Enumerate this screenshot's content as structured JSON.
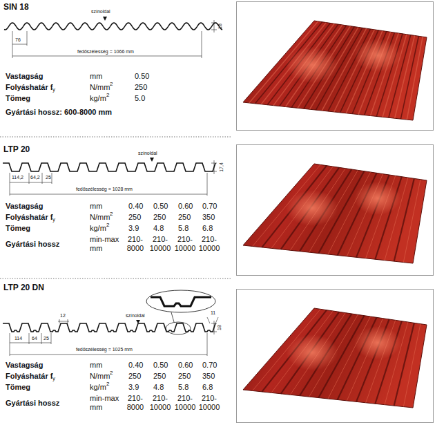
{
  "diagram": {
    "labels": [
      "SIN 18",
      "színoldal",
      "18",
      "76",
      "fedőszélesség = 1066 mm",
      "Vastagság",
      "mm",
      "0.50",
      "Folyáshatár f",
      "y",
      "N/mm",
      "2",
      "250",
      "Tömeg",
      "kg/m",
      "2",
      "5.0",
      "Gyártási hossz: 600-8000 mm",
      "LTP 20",
      "színoldal",
      "17,4",
      "114,2",
      "64,2",
      "25",
      "fedőszélesség = 1028 mm",
      "Vastagság",
      "mm",
      "0.40",
      "0.50",
      "0.60",
      "0.70",
      "Folyáshatár f",
      "y",
      "N/mm",
      "2",
      "250",
      "250",
      "250",
      "350",
      "Tömeg",
      "kg/m",
      "2",
      "3.9",
      "4.8",
      "5.8",
      "6.8",
      "Gyártási hossz",
      "min-max",
      "mm",
      "210- 8000",
      "210- 10000",
      "210- 10000",
      "210- 10000",
      "LTP 20 DN",
      "12",
      "színoldal",
      "11",
      "18",
      "114",
      "64",
      "25",
      "fedőszélesség = 1025 mm",
      "Vastagság",
      "mm",
      "0.40",
      "0.50",
      "0.60",
      "0.70",
      "Folyáshatár f",
      "y",
      "N/mm",
      "2",
      "250",
      "250",
      "250",
      "350",
      "Tömeg",
      "kg/m",
      "2",
      "3.9",
      "4.8",
      "5.8",
      "6.8",
      "Gyártási hossz",
      "min-max",
      "mm",
      "210- 8000",
      "210- 10000",
      "210- 10000",
      "210- 10000"
    ]
  }
}
